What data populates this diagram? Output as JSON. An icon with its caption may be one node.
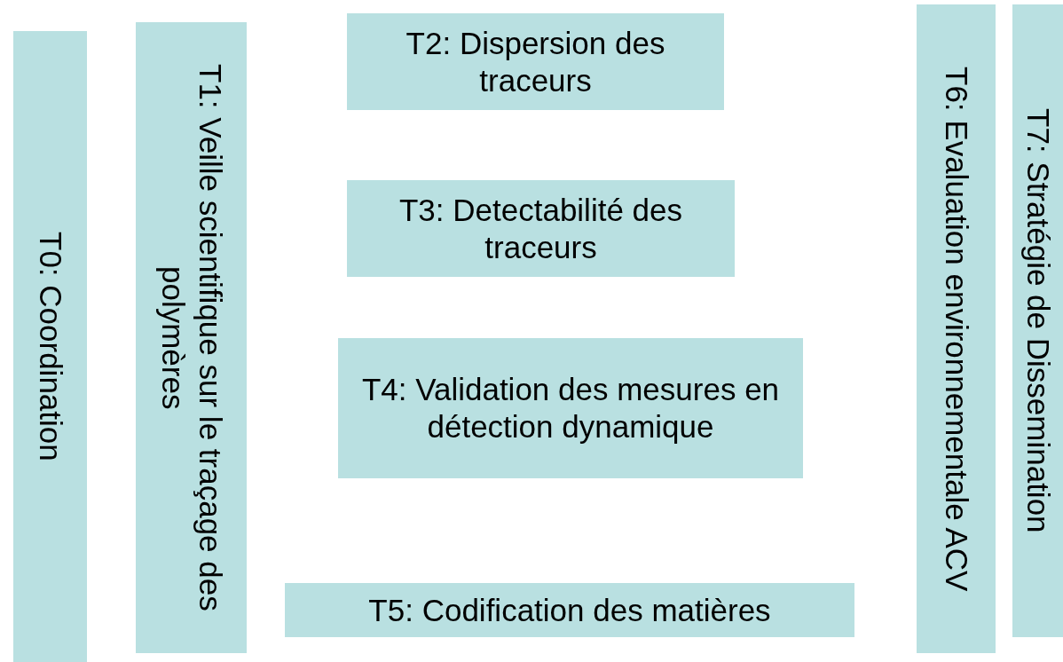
{
  "diagram": {
    "nodes": [
      {
        "text": [
          "T0: Coordination"
        ]
      },
      {
        "text": [
          "T1: Veille scientifique sur le traçage des polymères"
        ]
      },
      {
        "text": [
          "T2: Dispersion des traceurs"
        ]
      },
      {
        "text": [
          "T3: Detectabilité des traceurs"
        ]
      },
      {
        "text": [
          "T4: Validation des mesures en détection dynamique"
        ]
      },
      {
        "text": [
          "T5: Codification des matières"
        ]
      },
      {
        "text": [
          "T6: Evaluation environnementale ACV"
        ]
      },
      {
        "text": [
          "T7: Stratégie de Dissemination"
        ]
      }
    ],
    "edges": []
  }
}
